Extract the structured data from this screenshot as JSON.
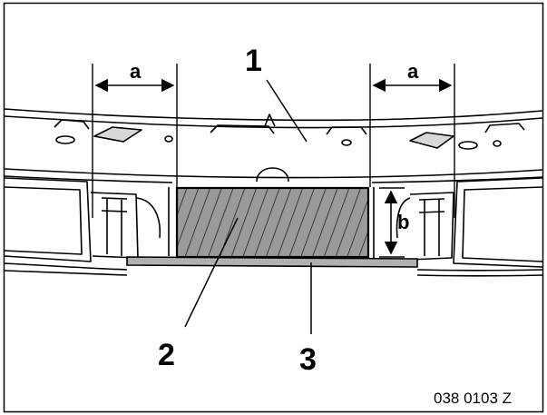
{
  "figure": {
    "ref_code": "038 0103 Z",
    "callouts": {
      "part_1": "1",
      "part_2": "2",
      "part_3": "3"
    },
    "dimensions": {
      "a_left": "a",
      "a_right": "a",
      "b": "b"
    },
    "colors": {
      "line": "#000000",
      "hatch_fill": "#9a9a9a",
      "strip_fill": "#b0b0b0",
      "background": "#ffffff"
    }
  }
}
